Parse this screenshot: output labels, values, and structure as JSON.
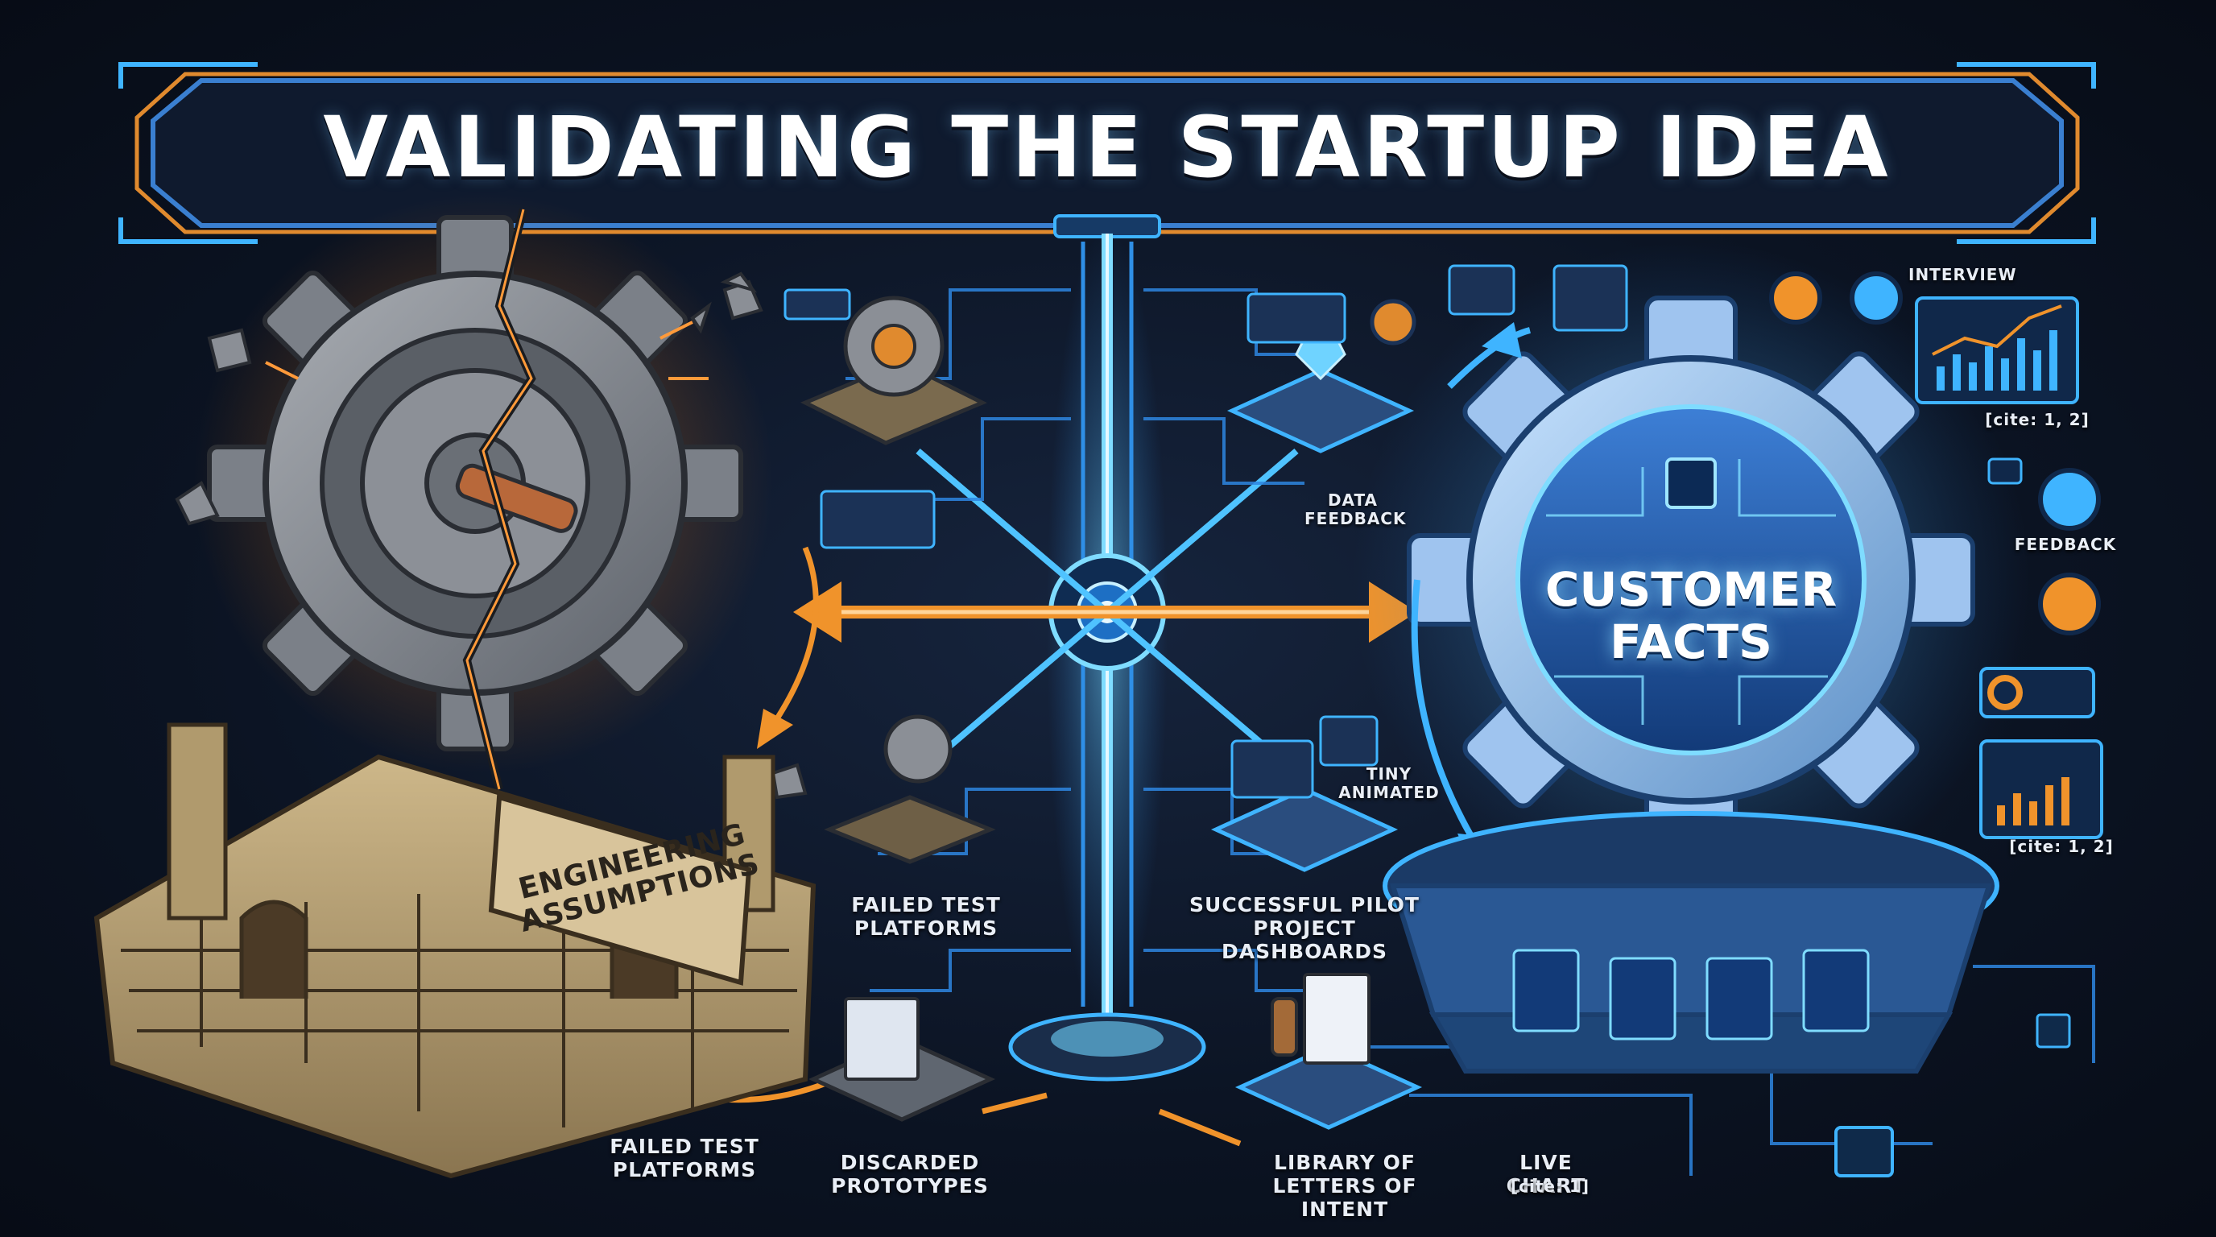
{
  "title": "VALIDATING THE STARTUP IDEA",
  "left_sign": "ENGINEERING ASSUMPTIONS",
  "right_gear": "CUSTOMER FACTS",
  "labels": {
    "interview": "INTERVIEW",
    "cite_top": "[cite: 1, 2]",
    "data_feedback": "DATA FEEDBACK",
    "feedback": "FEEDBACK",
    "tiny_animated": "TINY ANIMATED",
    "cite_right": "[cite: 1, 2]",
    "failed_test_mid": "FAILED TEST PLATFORMS",
    "successful_pilot": "SUCCESSFUL PILOT PROJECT DASHBOARDS",
    "failed_test_bottom": "FAILED TEST PLATFORMS",
    "discarded": "DISCARDED PROTOTYPES",
    "library": "LIBRARY OF LETTERS OF INTENT",
    "live_chart": "LIVE CHART",
    "cite_bottom": "[cite: 1]"
  },
  "colors": {
    "background": "#0b1220",
    "accent_blue": "#3fb4ff",
    "accent_orange": "#f0932b",
    "stone": "#8b8f96",
    "sandstone": "#bfa978"
  }
}
